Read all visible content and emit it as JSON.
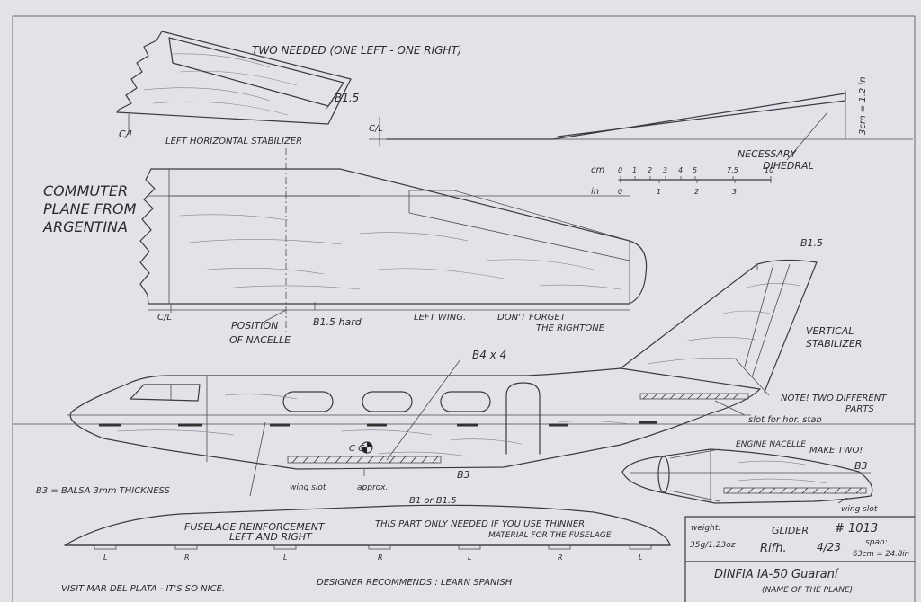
{
  "title_note": "TWO NEEDED (ONE LEFT - ONE RIGHT)",
  "labels": {
    "b15_stab": "B1.5",
    "cl_top": "C/L",
    "cl_dihedral": "C/L",
    "cl_wing": "C/L",
    "left_stab": "LEFT HORIZONTAL STABILIZER",
    "dihedral_value": "3cm = 1.2 in",
    "necessary": "NECESSARY",
    "dihedral": "DIHEDRAL",
    "commuter_1": "COMMUTER",
    "commuter_2": "PLANE FROM",
    "commuter_3": "ARGENTINA",
    "position_1": "POSITION",
    "position_2": "OF NACELLE",
    "b15_hard": "B1.5 hard",
    "left_wing": "LEFT WING.",
    "dont_forget_1": "DON'T FORGET",
    "dont_forget_2": "THE RIGHTONE",
    "b15_fin": "B1.5",
    "vertical_1": "VERTICAL",
    "vertical_2": "STABILIZER",
    "b4x4": "B4 x 4",
    "note_1": "NOTE! TWO DIFFERENT",
    "note_2": "PARTS",
    "slot_hor": "slot for hor. stab",
    "cg": "C G",
    "b3_fuse": "B3",
    "wing_slot": "wing slot",
    "approx": "approx.",
    "b3_balsa": "B3 = BALSA 3mm THICKNESS",
    "b1_or": "B1 or B1.5",
    "reinf_1": "FUSELAGE REINFORCEMENT",
    "reinf_2": "LEFT AND RIGHT",
    "thinner_1": "THIS PART ONLY NEEDED IF YOU USE THINNER",
    "thinner_2": "MATERIAL FOR THE FUSELAGE",
    "engine_1": "ENGINE NACELLE",
    "engine_2": "MAKE TWO!",
    "b3_nacelle": "B3",
    "wing_slot_nacelle": "wing slot",
    "visit": "VISIT MAR DEL PLATA - IT'S SO NICE.",
    "designer": "DESIGNER RECOMMENDS : LEARN SPANISH",
    "reinf_marks": [
      "L",
      "R",
      "L",
      "R",
      "L",
      "R",
      "L"
    ]
  },
  "scale": {
    "cm_label": "cm",
    "in_label": "in",
    "cm_ticks": [
      "0",
      "1",
      "2",
      "3",
      "4",
      "5",
      "7.5",
      "10"
    ],
    "in_ticks": [
      "0",
      "1",
      "2",
      "3"
    ]
  },
  "title_block": {
    "weight_label": "weight:",
    "weight_value": "35g/1.23oz",
    "signature": "Rifh.",
    "date": "4/23",
    "glider_label": "GLIDER",
    "glider_number": "# 1013",
    "span_label": "span:",
    "span_value": "63cm = 24.8in",
    "plane_name": "DINFIA  IA-50 Guaraní",
    "plane_name_caption": "(NAME OF THE PLANE)"
  }
}
